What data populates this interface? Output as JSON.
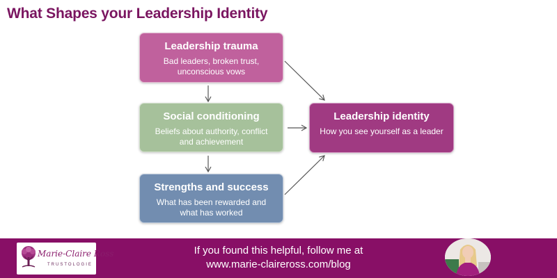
{
  "title": "What Shapes your Leadership Identity",
  "boxes": {
    "trauma": {
      "title": "Leadership trauma",
      "subtitle": "Bad leaders, broken trust, unconscious vows"
    },
    "social": {
      "title": "Social conditioning",
      "subtitle": "Beliefs about authority, conflict and achievement"
    },
    "strengths": {
      "title": "Strengths and success",
      "subtitle": "What has been rewarded and what has worked"
    },
    "identity": {
      "title": "Leadership identity",
      "subtitle": "How you see yourself as a leader"
    }
  },
  "footer": {
    "line1": "If you found this helpful, follow me at",
    "line2": "www.marie-claireross.com/blog",
    "logo_name": "Marie-Claire Ross",
    "logo_tagline": "TRUSTOLOGIE"
  },
  "colors": {
    "title": "#7a1560",
    "trauma": "#c0619d",
    "social": "#a6c19b",
    "strengths": "#728db0",
    "identity": "#a03a82",
    "footer": "#880f66"
  },
  "icons": [
    "tree-logo-icon",
    "arrow-down-icon",
    "arrow-right-icon",
    "arrow-diagonal-icon"
  ]
}
